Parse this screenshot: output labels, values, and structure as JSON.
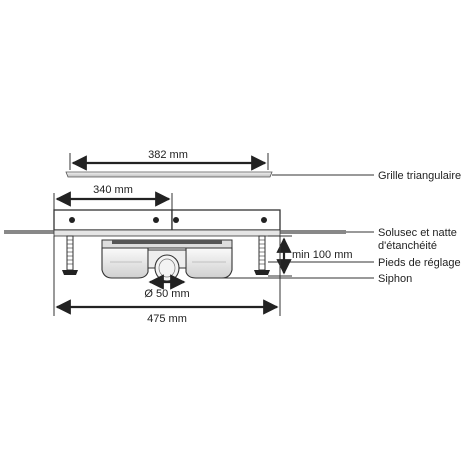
{
  "dimensions": {
    "grille_length": "382 mm",
    "frame_length": "340 mm",
    "total_length": "475 mm",
    "min_height": "min 100 mm",
    "outlet_diameter": "Ø 50 mm"
  },
  "callouts": {
    "grille": "Grille triangulaire",
    "membrane_line1": "Solusec et natte",
    "membrane_line2": "d'étanchéité",
    "feet": "Pieds de réglage",
    "siphon": "Siphon"
  }
}
